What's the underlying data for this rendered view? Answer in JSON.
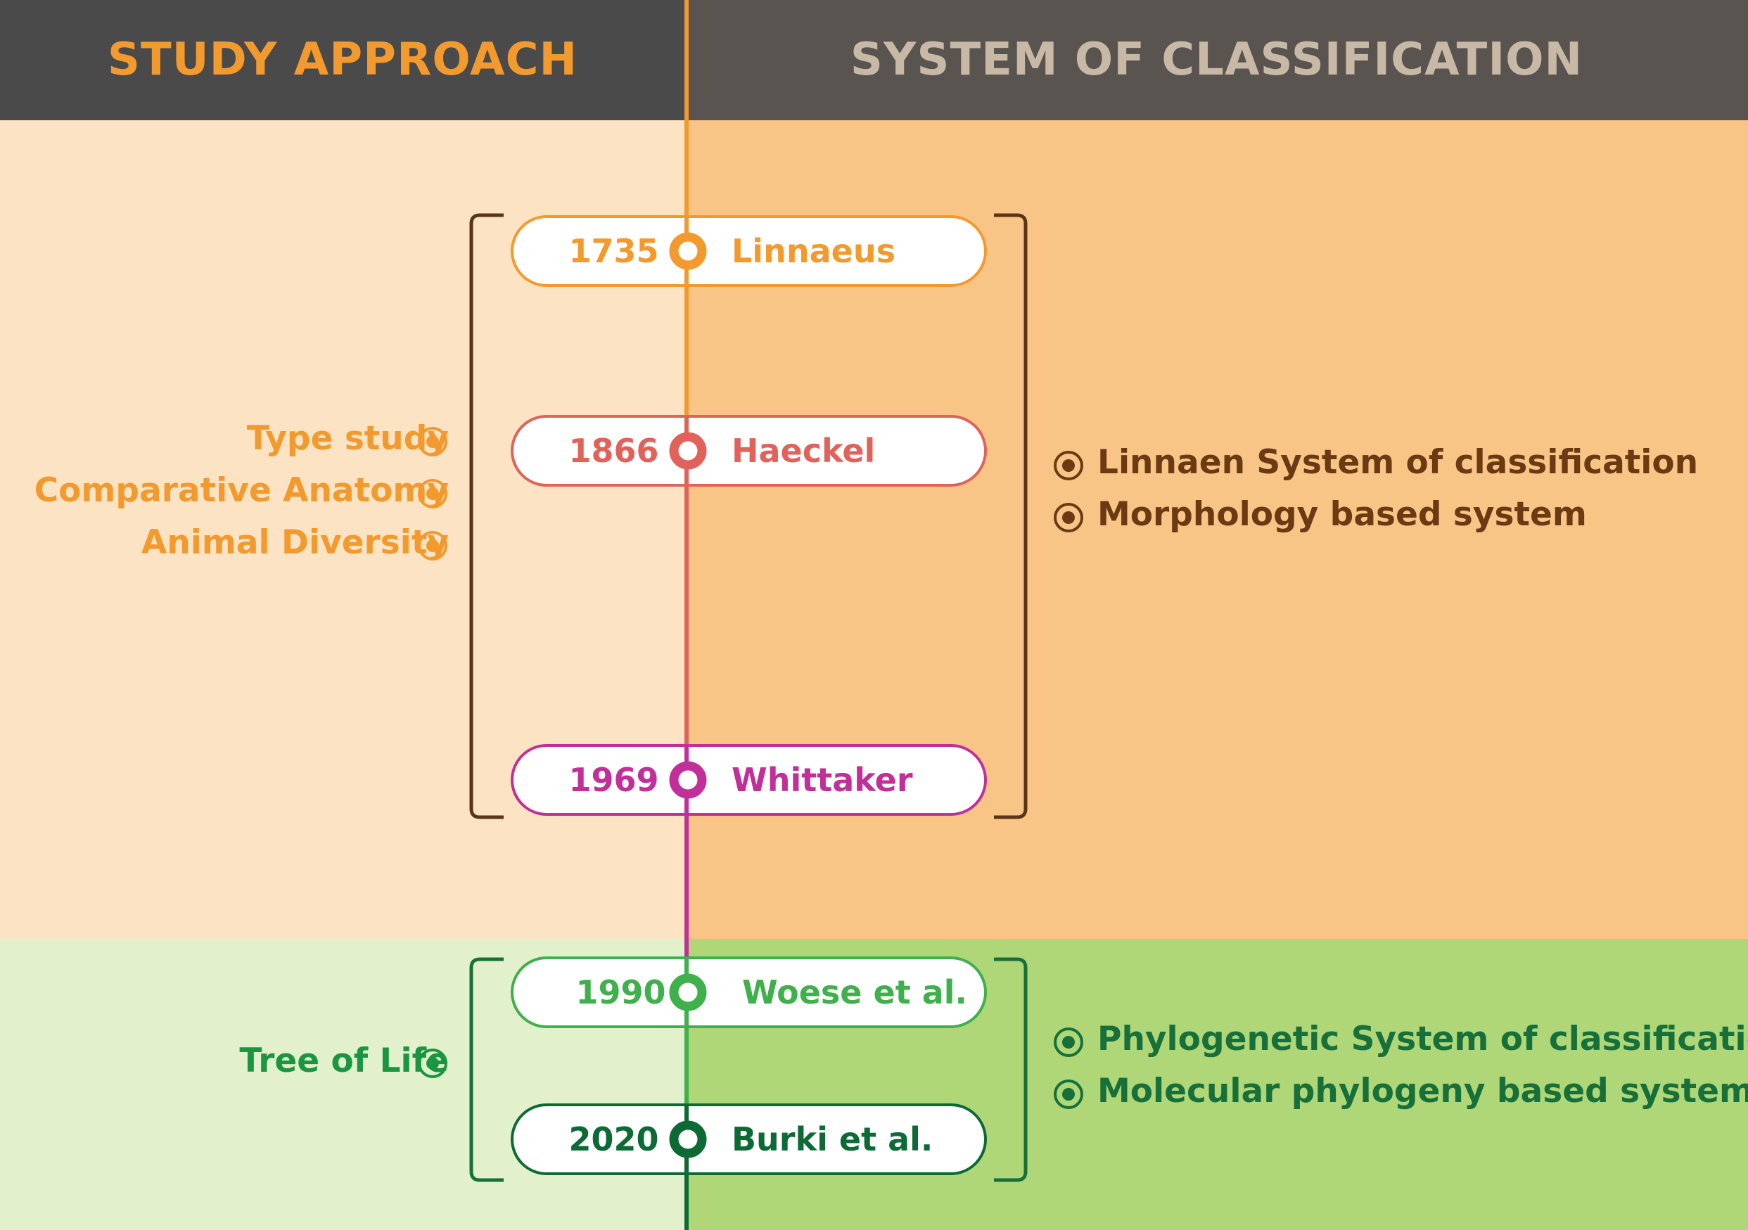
{
  "header": {
    "left_title": "STUDY APPROACH",
    "right_title": "SYSTEM OF CLASSIFICATION"
  },
  "timeline": [
    {
      "year": "1735",
      "name": "Linnaeus",
      "color": "#f29a2e"
    },
    {
      "year": "1866",
      "name": "Haeckel",
      "color": "#e0625a"
    },
    {
      "year": "1969",
      "name": "Whittaker",
      "color": "#c12f98"
    },
    {
      "year": "1990",
      "name": "Woese et al.",
      "color": "#3fb04b"
    },
    {
      "year": "2020",
      "name": "Burki et al.",
      "color": "#0d6a35"
    }
  ],
  "study_approach": {
    "group1": [
      "Type study",
      "Comparative Anatomy",
      "Animal Diversity"
    ],
    "group2": [
      "Tree of Life"
    ]
  },
  "system_of_classification": {
    "group1": [
      "Linnaen System of classification",
      "Morphology based system"
    ],
    "group2": [
      "Phylogenetic System of classification",
      "Molecular phylogeny based system"
    ]
  },
  "colors": {
    "approach_text_top": "#f29a2e",
    "approach_text_bottom": "#1a9641",
    "class_text_top": "#6b3a12",
    "class_text_bottom": "#17703a",
    "bracket_top": "#5a3417",
    "bracket_bottom": "#17703a"
  }
}
